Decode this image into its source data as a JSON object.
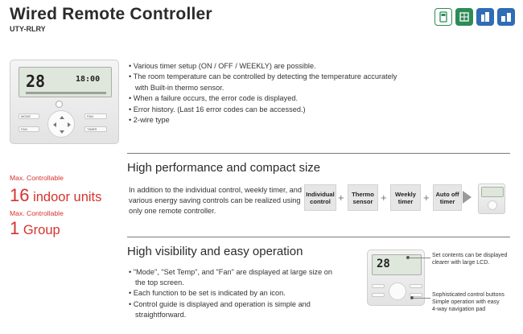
{
  "header": {
    "title": "Wired Remote Controller",
    "model": "UTY-RLRY",
    "badges": [
      "remote-icon",
      "zone-icon",
      "building-icon",
      "network-icon"
    ]
  },
  "colors": {
    "accent_red": "#d6332e",
    "badge_green": "#2e8b57",
    "badge_blue": "#2f6db5"
  },
  "remote_main": {
    "temperature": "28",
    "time": "18:00",
    "buttons_left": [
      "MODE",
      "FAN"
    ],
    "buttons_right": [
      "FAN",
      "TIMER"
    ]
  },
  "features": [
    "• Various timer setup (ON / OFF / WEEKLY) are possible.",
    "• The room temperature can be controlled by detecting the temperature accurately",
    "  with Built-in thermo sensor.",
    "• When a failure occurs, the error code is displayed.",
    "• Error history. (Last 16 error codes can be accessed.)",
    "• 2-wire type"
  ],
  "specs": {
    "indoor_label": "Max. Controllable",
    "indoor_number": "16",
    "indoor_unit": " indoor units",
    "group_label": "Max. Controllable",
    "group_number": "1",
    "group_unit": " Group"
  },
  "section_performance": {
    "title": "High performance and compact size",
    "body": "In addition to the individual control, weekly timer, and various energy saving controls can be realized using only one remote controller.",
    "flow": [
      {
        "line1": "Individual",
        "line2": "control"
      },
      {
        "line1": "Thermo",
        "line2": "sensor"
      },
      {
        "line1": "Weekly",
        "line2": "timer"
      },
      {
        "line1": "Auto off",
        "line2": "timer"
      }
    ],
    "plus": "+"
  },
  "section_visibility": {
    "title": "High visibility and easy operation",
    "bullets": [
      "• \"Mode\", \"Set Temp\", and \"Fan\" are displayed at large size on the top screen.",
      "• Each function to be set is indicated by an icon.",
      "• Control guide is displayed and operation is simple and straightforward."
    ],
    "callout_lcd": [
      "Set contents can be displayed",
      "clearer with large LCD."
    ],
    "callout_buttons": [
      "Sophisticated control buttons",
      "Simple operation with easy",
      "4-way navigation pad"
    ],
    "remote_temperature": "28"
  }
}
